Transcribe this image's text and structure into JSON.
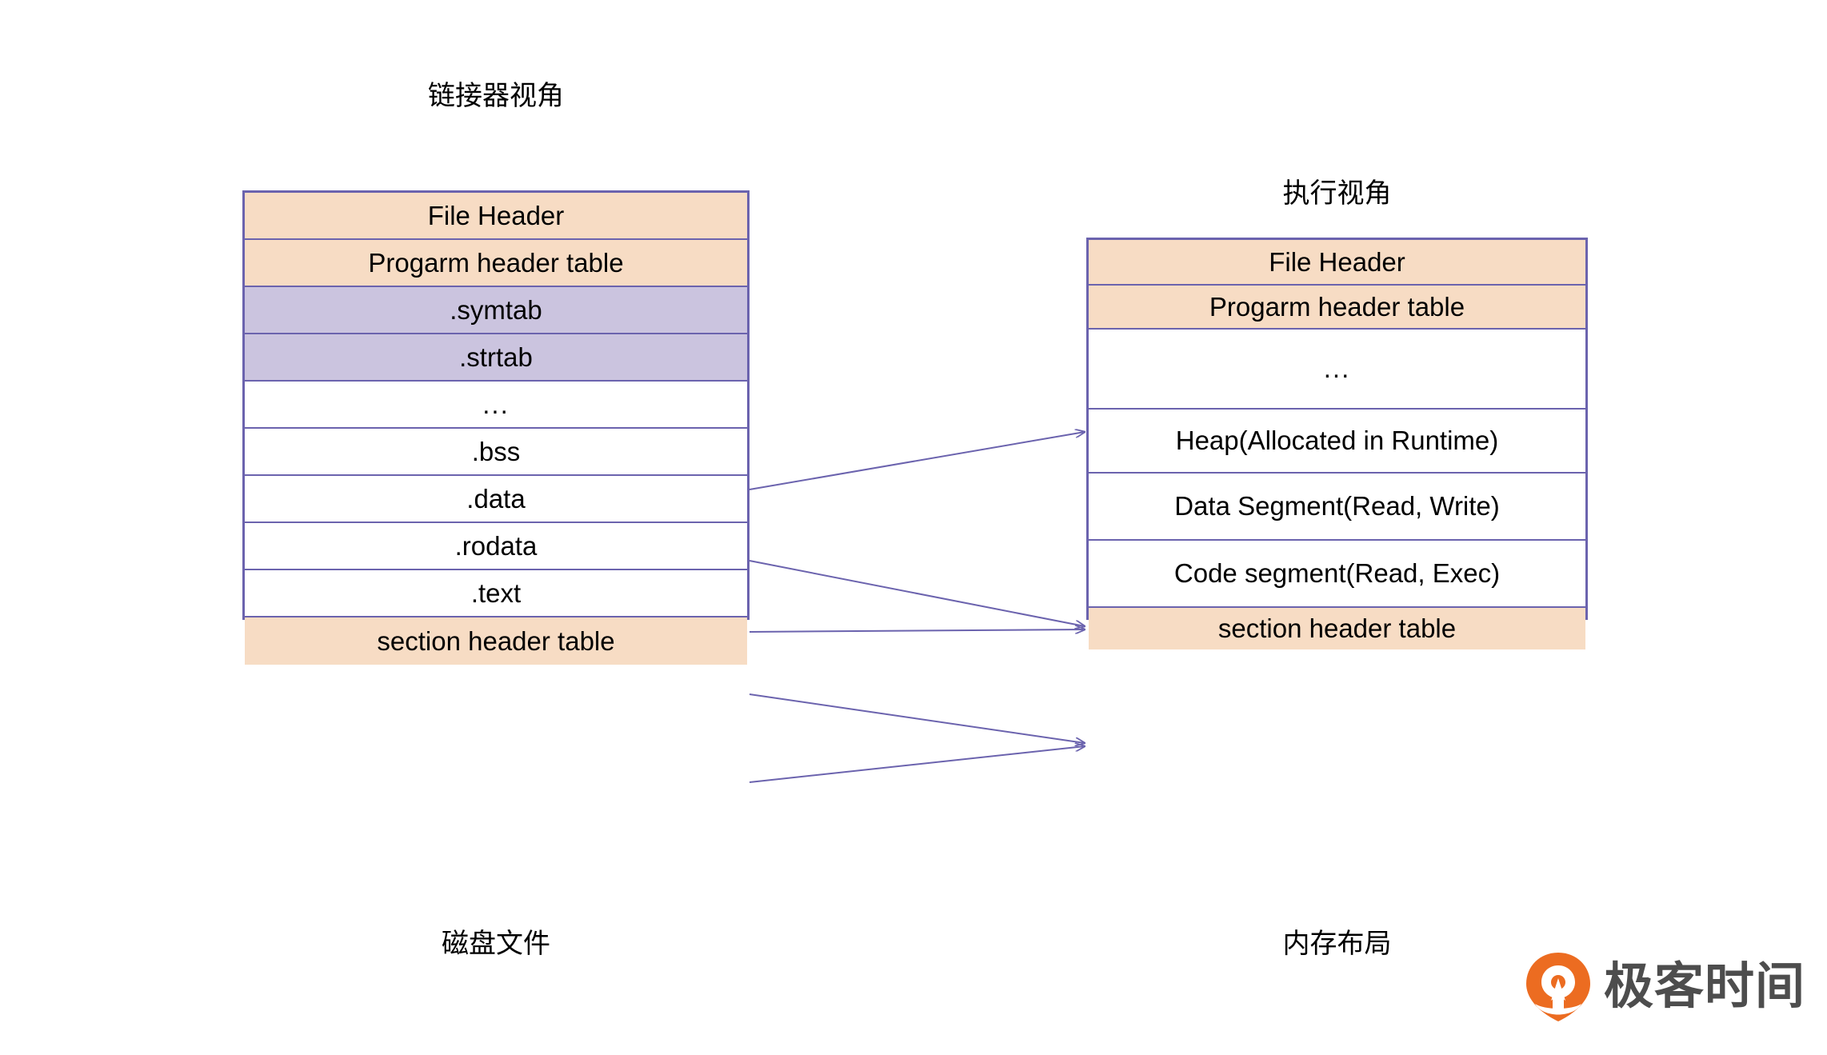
{
  "left_view": {
    "title": "链接器视角",
    "caption": "磁盘文件",
    "rows": [
      {
        "label": "File Header",
        "fill": "peach"
      },
      {
        "label": "Progarm header table",
        "fill": "peach"
      },
      {
        "label": ".symtab",
        "fill": "purple"
      },
      {
        "label": ".strtab",
        "fill": "purple"
      },
      {
        "label": "...",
        "fill": "plain"
      },
      {
        "label": ".bss",
        "fill": "plain"
      },
      {
        "label": ".data",
        "fill": "plain"
      },
      {
        "label": ".rodata",
        "fill": "plain"
      },
      {
        "label": ".text",
        "fill": "plain"
      },
      {
        "label": "section header table",
        "fill": "peach"
      }
    ]
  },
  "right_view": {
    "title": "执行视角",
    "caption": "内存布局",
    "rows": [
      {
        "label": "File Header",
        "fill": "peach"
      },
      {
        "label": "Progarm header table",
        "fill": "peach"
      },
      {
        "label": "...",
        "fill": "plain"
      },
      {
        "label": "Heap(Allocated in Runtime)",
        "fill": "plain"
      },
      {
        "label": "Data Segment(Read, Write)",
        "fill": "plain"
      },
      {
        "label": "Code segment(Read, Exec)",
        "fill": "plain"
      },
      {
        "label": "section header table",
        "fill": "peach"
      }
    ]
  },
  "mappings": [
    {
      "from": "...",
      "to": "..."
    },
    {
      "from": ".bss",
      "to": "Data Segment(Read, Write)"
    },
    {
      "from": ".data",
      "to": "Data Segment(Read, Write)"
    },
    {
      "from": ".rodata",
      "to": "Code segment(Read, Exec)"
    },
    {
      "from": ".text",
      "to": "Code segment(Read, Exec)"
    }
  ],
  "logo": {
    "text": "极客时间",
    "mark_color": "#ec6c21",
    "text_color": "#4d4d4d"
  },
  "colors": {
    "border": "#6b63ae",
    "header_fill": "#f7dcc4",
    "symbol_fill": "#cbc4df",
    "plain_fill": "#ffffff",
    "arrow": "#6b63ae"
  }
}
